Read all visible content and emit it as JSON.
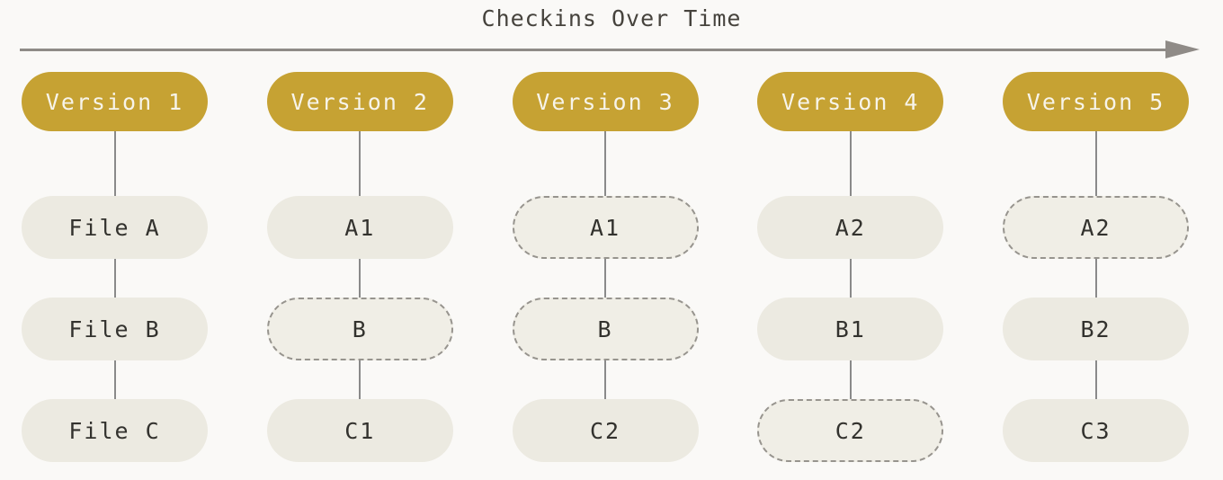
{
  "title": "Checkins Over Time",
  "colors": {
    "background": "#faf9f7",
    "version_fill": "#c6a233",
    "version_text": "#f7f4ea",
    "file_fill": "#eceae1",
    "file_fill_dashed": "#f0eee6",
    "file_text": "#33322e",
    "dashed_border": "#97948e",
    "connector": "#8a8a8a",
    "arrow": "#8f8b87"
  },
  "columns": [
    {
      "version": "Version 1",
      "files": [
        {
          "label": "File A",
          "dashed": false
        },
        {
          "label": "File B",
          "dashed": false
        },
        {
          "label": "File C",
          "dashed": false
        }
      ]
    },
    {
      "version": "Version 2",
      "files": [
        {
          "label": "A1",
          "dashed": false
        },
        {
          "label": "B",
          "dashed": true
        },
        {
          "label": "C1",
          "dashed": false
        }
      ]
    },
    {
      "version": "Version 3",
      "files": [
        {
          "label": "A1",
          "dashed": true
        },
        {
          "label": "B",
          "dashed": true
        },
        {
          "label": "C2",
          "dashed": false
        }
      ]
    },
    {
      "version": "Version 4",
      "files": [
        {
          "label": "A2",
          "dashed": false
        },
        {
          "label": "B1",
          "dashed": false
        },
        {
          "label": "C2",
          "dashed": true
        }
      ]
    },
    {
      "version": "Version 5",
      "files": [
        {
          "label": "A2",
          "dashed": true
        },
        {
          "label": "B2",
          "dashed": false
        },
        {
          "label": "C3",
          "dashed": false
        }
      ]
    }
  ]
}
